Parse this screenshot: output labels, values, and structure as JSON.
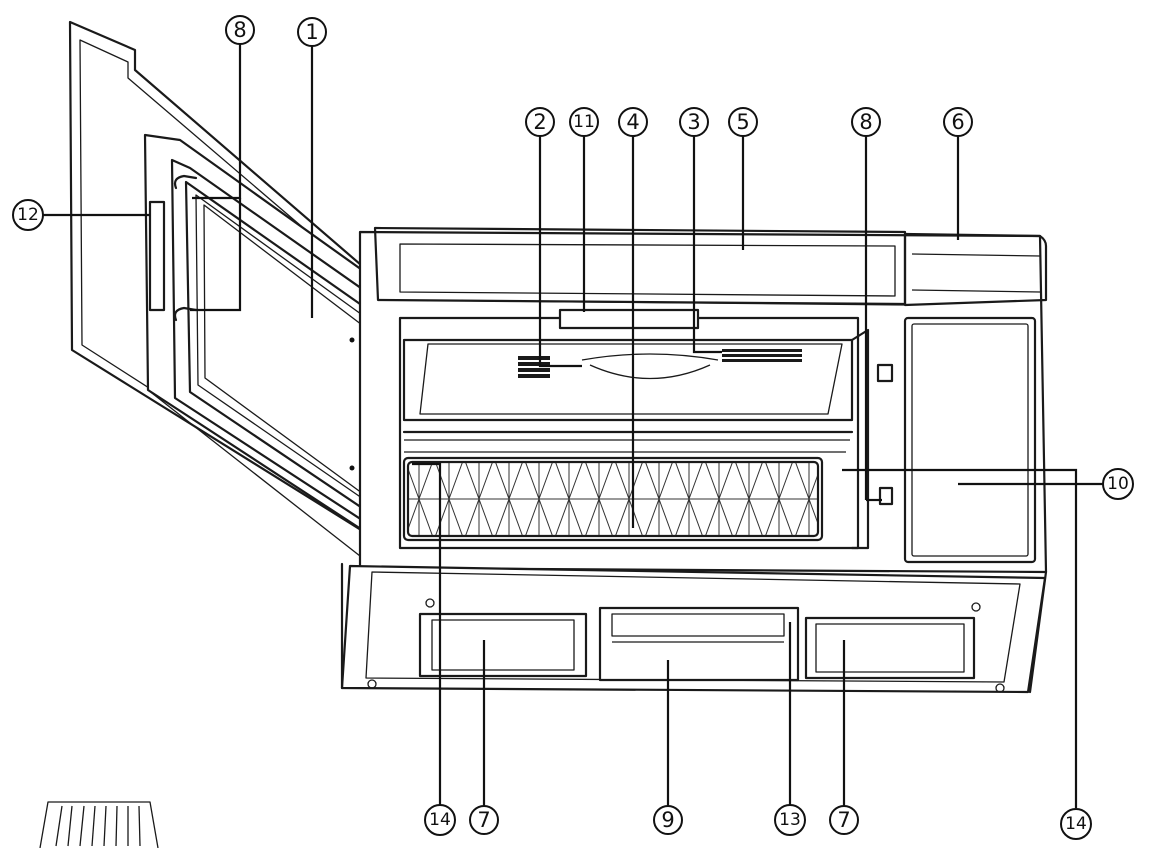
{
  "callouts": [
    {
      "id": "c8a",
      "label": "8"
    },
    {
      "id": "c1",
      "label": "1"
    },
    {
      "id": "c12",
      "label": "12"
    },
    {
      "id": "c2",
      "label": "2"
    },
    {
      "id": "c11",
      "label": "11"
    },
    {
      "id": "c4",
      "label": "4"
    },
    {
      "id": "c3",
      "label": "3"
    },
    {
      "id": "c5",
      "label": "5"
    },
    {
      "id": "c8b",
      "label": "8"
    },
    {
      "id": "c6",
      "label": "6"
    },
    {
      "id": "c10",
      "label": "10"
    },
    {
      "id": "c14a",
      "label": "14"
    },
    {
      "id": "c7a",
      "label": "7"
    },
    {
      "id": "c9",
      "label": "9"
    },
    {
      "id": "c13",
      "label": "13"
    },
    {
      "id": "c7b",
      "label": "7"
    },
    {
      "id": "c14b",
      "label": "14"
    }
  ]
}
